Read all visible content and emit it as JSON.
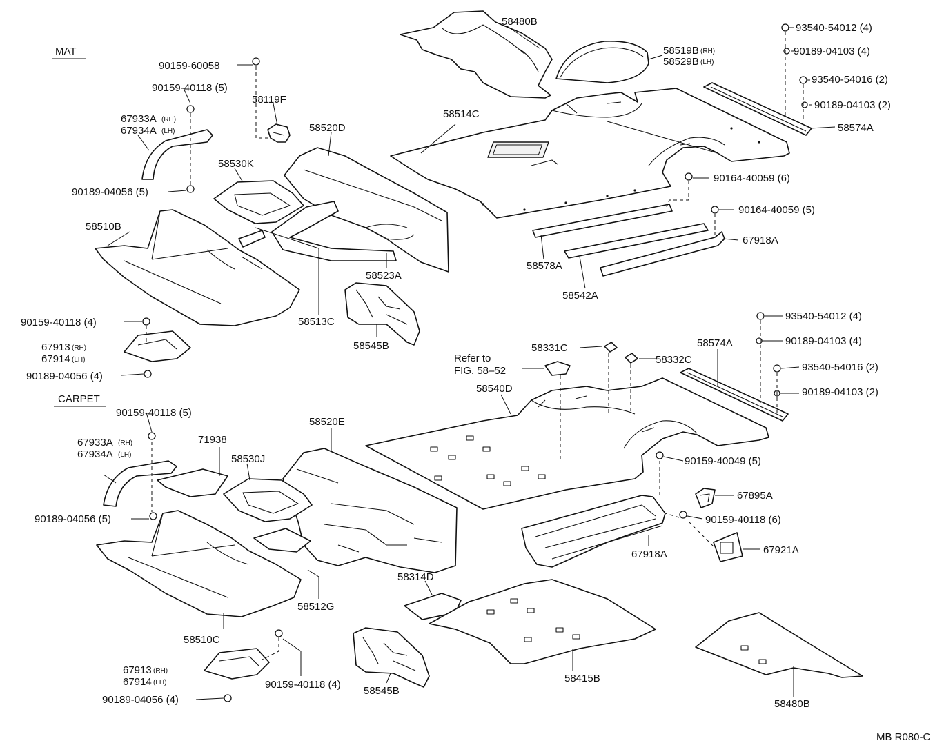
{
  "sections": {
    "mat": "MAT",
    "carpet": "CARPET"
  },
  "diagram_code": "MB R080-C",
  "reference": {
    "line1": "Refer to",
    "line2": "FIG. 58–52"
  },
  "labels": {
    "l58480B_top": "58480B",
    "l58519B": "58519B",
    "l58519B_side": "(RH)",
    "l58529B": "58529B",
    "l58529B_side": "(LH)",
    "l93540_54012_a": "93540-54012 (4)",
    "l90189_04103_4a": "90189-04103 (4)",
    "l93540_54016_a": "93540-54016 (2)",
    "l90189_04103_2a": "90189-04103 (2)",
    "l58574A_a": "58574A",
    "l90159_60058": "90159-60058",
    "l90159_40118_5a": "90159-40118 (5)",
    "l58119F": "58119F",
    "l67933A_a": "67933A",
    "l67933A_a_side": "(RH)",
    "l67934A_a": "67934A",
    "l67934A_a_side": "(LH)",
    "l58520D": "58520D",
    "l58514C": "58514C",
    "l58530K": "58530K",
    "l90189_04056_5a": "90189-04056 (5)",
    "l90164_40059_6": "90164-40059 (6)",
    "l90164_40059_5": "90164-40059 (5)",
    "l58510B": "58510B",
    "l67918A_a": "67918A",
    "l58578A": "58578A",
    "l58523A": "58523A",
    "l58542A": "58542A",
    "l58513C": "58513C",
    "l58545B_a": "58545B",
    "l90159_40118_4a": "90159-40118 (4)",
    "l67913_a": "67913",
    "l67913_a_side": "(RH)",
    "l67914_a": "67914",
    "l67914_a_side": "(LH)",
    "l90189_04056_4a": "90189-04056 (4)",
    "l93540_54012_b": "93540-54012 (4)",
    "l90189_04103_4b": "90189-04103 (4)",
    "l58574A_b": "58574A",
    "l58331C": "58331C",
    "l58332C": "58332C",
    "l93540_54016_b": "93540-54016 (2)",
    "l90189_04103_2b": "90189-04103 (2)",
    "l58540D": "58540D",
    "l90159_40118_5b": "90159-40118 (5)",
    "l71938": "71938",
    "l58520E": "58520E",
    "l67933A_b": "67933A",
    "l67933A_b_side": "(RH)",
    "l67934A_b": "67934A",
    "l67934A_b_side": "(LH)",
    "l58530J": "58530J",
    "l90159_40049": "90159-40049 (5)",
    "l67895A": "67895A",
    "l90159_40118_6": "90159-40118 (6)",
    "l90189_04056_5b": "90189-04056 (5)",
    "l67918A_b": "67918A",
    "l67921A": "67921A",
    "l58314D": "58314D",
    "l58512G": "58512G",
    "l58510C": "58510C",
    "l67913_b": "67913",
    "l67913_b_side": "(RH)",
    "l67914_b": "67914",
    "l67914_b_side": "(LH)",
    "l90159_40118_4b": "90159-40118 (4)",
    "l90189_04056_4b": "90189-04056 (4)",
    "l58545B_b": "58545B",
    "l58415B": "58415B",
    "l58480B_bottom": "58480B"
  }
}
